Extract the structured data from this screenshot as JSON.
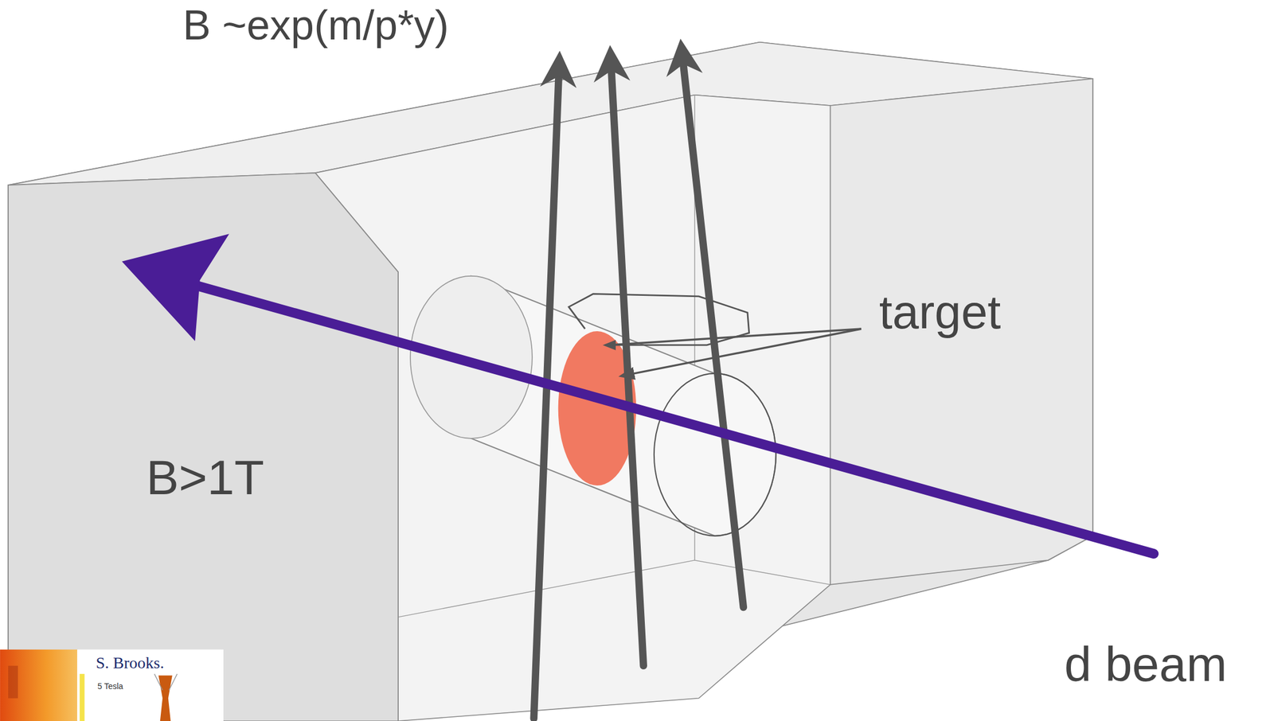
{
  "diagram": {
    "labels": [
      "B ~exp(m/p*y)",
      "target",
      "B>1T",
      "d beam",
      "S. Brooks.",
      "5 Tesla"
    ]
  }
}
